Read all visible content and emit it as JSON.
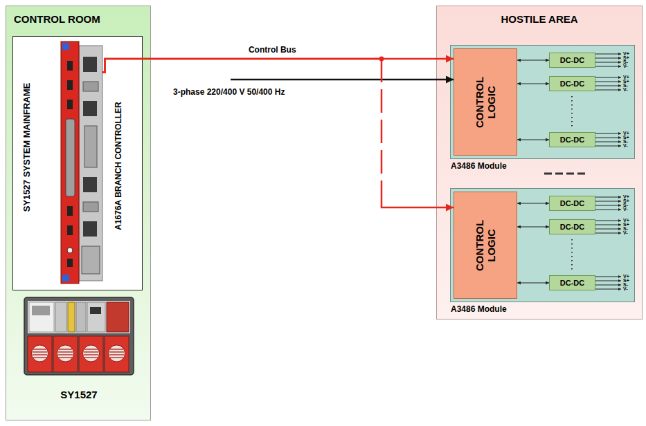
{
  "diagram": {
    "nodes": [
      {
        "text": [
          "CONTROL ROOM"
        ]
      },
      {
        "text": [
          "SY1527 SYSTEM MAINFRAME"
        ],
        "in": 0
      },
      {
        "text": [
          "A1676A BRANCH CONTROLLER"
        ],
        "in": 1
      },
      {
        "text": [
          "SY1527"
        ],
        "in": 0
      },
      {
        "text": [
          "HOSTILE AREA"
        ]
      },
      {
        "text": [
          "A3486 Module"
        ],
        "in": 4
      },
      {
        "text": [
          "CONTROL LOGIC"
        ],
        "in": 5
      },
      {
        "text": [
          "DC-DC"
        ],
        "in": 5
      },
      {
        "text": [
          "DC-DC"
        ],
        "in": 5
      },
      {
        "text": [
          "DC-DC"
        ],
        "in": 5
      },
      {
        "text": [
          "A3486 Module"
        ],
        "in": 4
      },
      {
        "text": [
          "CONTROL LOGIC"
        ],
        "in": 10
      },
      {
        "text": [
          "DC-DC"
        ],
        "in": 10
      },
      {
        "text": [
          "DC-DC"
        ],
        "in": 10
      },
      {
        "text": [
          "DC-DC"
        ],
        "in": 10
      }
    ],
    "edges": [
      {
        "from": 2,
        "to": 6,
        "arrow": "to",
        "label": "Control Bus"
      },
      {
        "from": 2,
        "to": 11,
        "arrow": "to"
      },
      {
        "from": 6,
        "to": 7,
        "arrow": "both"
      },
      {
        "from": 6,
        "to": 8,
        "arrow": "both"
      },
      {
        "from": 6,
        "to": 9,
        "arrow": "both"
      },
      {
        "from": 11,
        "to": 12,
        "arrow": "both"
      },
      {
        "from": 11,
        "to": 13,
        "arrow": "both"
      },
      {
        "from": 11,
        "to": 14,
        "arrow": "both"
      }
    ],
    "labels": [
      "3-phase 220/400 V 50/400 Hz",
      "V+",
      "S+",
      "S-",
      "V-",
      "V+",
      "S+",
      "S-",
      "V-",
      "V+",
      "S+",
      "S-",
      "V-",
      "V+",
      "S+",
      "S-",
      "V-",
      "V+",
      "S+",
      "S-",
      "V-",
      "V+",
      "S+",
      "S-",
      "V-"
    ]
  }
}
